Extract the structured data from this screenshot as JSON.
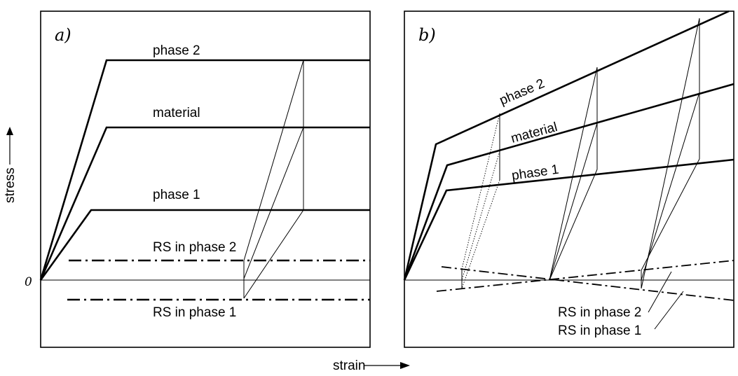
{
  "figure": {
    "axes": {
      "y_label": "stress",
      "x_label": "strain",
      "origin_label": "0"
    },
    "panel_a": {
      "id_label": "a)",
      "curves": {
        "phase2": "phase 2",
        "material": "material",
        "phase1": "phase 1"
      },
      "residual_stress": {
        "phase2": "RS in phase 2",
        "phase1": "RS in phase 1"
      }
    },
    "panel_b": {
      "id_label": "b)",
      "curves": {
        "phase2": "phase 2",
        "material": "material",
        "phase1": "phase 1"
      },
      "residual_stress": {
        "phase2": "RS in phase 2",
        "phase1": "RS in phase 1"
      }
    }
  }
}
